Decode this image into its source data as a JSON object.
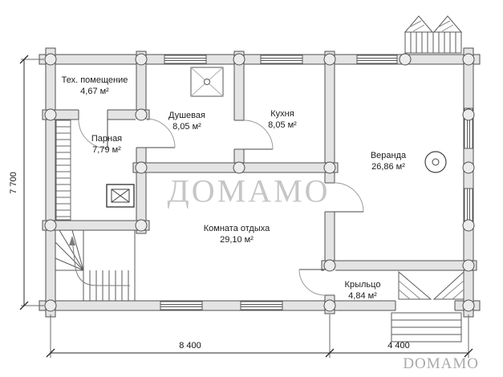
{
  "watermarks": {
    "center": "ДОМАМО",
    "corner": "DOMAMO"
  },
  "dimensions": {
    "height_total": "7 700",
    "width_main": "8 400",
    "width_porch": "4 400"
  },
  "rooms": [
    {
      "name": "Тех. помещение",
      "area": "4,67 м²"
    },
    {
      "name": "Душевая",
      "area": "8,05 м²"
    },
    {
      "name": "Кухня",
      "area": "8,05 м²"
    },
    {
      "name": "Парная",
      "area": "7,79 м²"
    },
    {
      "name": "Веранда",
      "area": "26,86 м²"
    },
    {
      "name": "Комната отдыха",
      "area": "29,10 м²"
    },
    {
      "name": "Крыльцо",
      "area": "4,84 м²"
    }
  ]
}
